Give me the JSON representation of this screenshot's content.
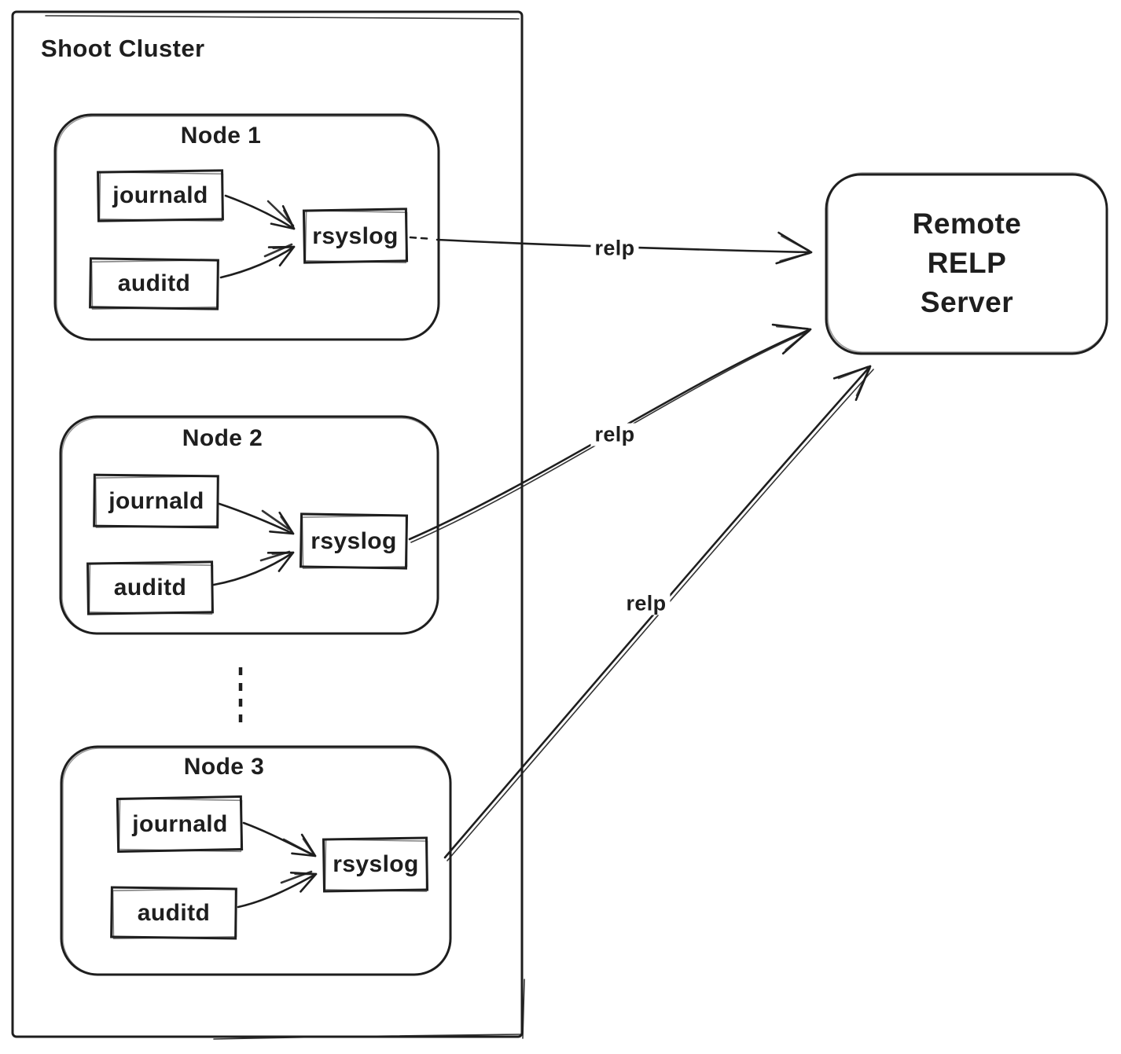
{
  "cluster": {
    "label": "Shoot Cluster"
  },
  "nodes": [
    {
      "label": "Node 1",
      "journald": "journald",
      "auditd": "auditd",
      "rsyslog": "rsyslog"
    },
    {
      "label": "Node 2",
      "journald": "journald",
      "auditd": "auditd",
      "rsyslog": "rsyslog"
    },
    {
      "label": "Node 3",
      "journald": "journald",
      "auditd": "auditd",
      "rsyslog": "rsyslog"
    }
  ],
  "server": {
    "line1": "Remote RELP",
    "line2": "Server"
  },
  "edges": [
    {
      "label": "relp",
      "from": "node-1-rsyslog",
      "to": "remote-relp-server"
    },
    {
      "label": "relp",
      "from": "node-2-rsyslog",
      "to": "remote-relp-server"
    },
    {
      "label": "relp",
      "from": "node-3-rsyslog",
      "to": "remote-relp-server"
    }
  ],
  "colors": {
    "stroke": "#1e1e1e",
    "node_fill_hatch": "#a9d4f2",
    "component_fill_hatch": "#f0b2b6",
    "server_fill_hatch": "#f6bbbb",
    "background": "#ffffff"
  }
}
